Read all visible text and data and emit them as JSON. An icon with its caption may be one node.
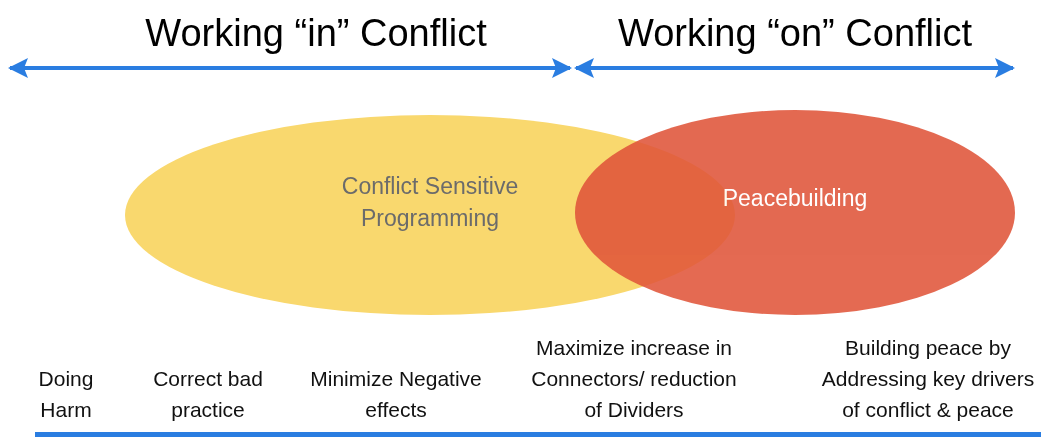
{
  "diagram": {
    "nodes": [
      {
        "text": [
          "Conflict Sensitive Programming"
        ]
      },
      {
        "text": [
          "Peacebuilding"
        ]
      }
    ],
    "edges": [],
    "labels": [
      "Working “in” Conflict",
      "Working “on” Conflict",
      "Doing Harm",
      "Correct bad practice",
      "Minimize Negative effects",
      "Maximize increase in Connectors/ reduction of Dividers",
      "Building peace by Addressing key drivers of conflict & peace"
    ]
  }
}
